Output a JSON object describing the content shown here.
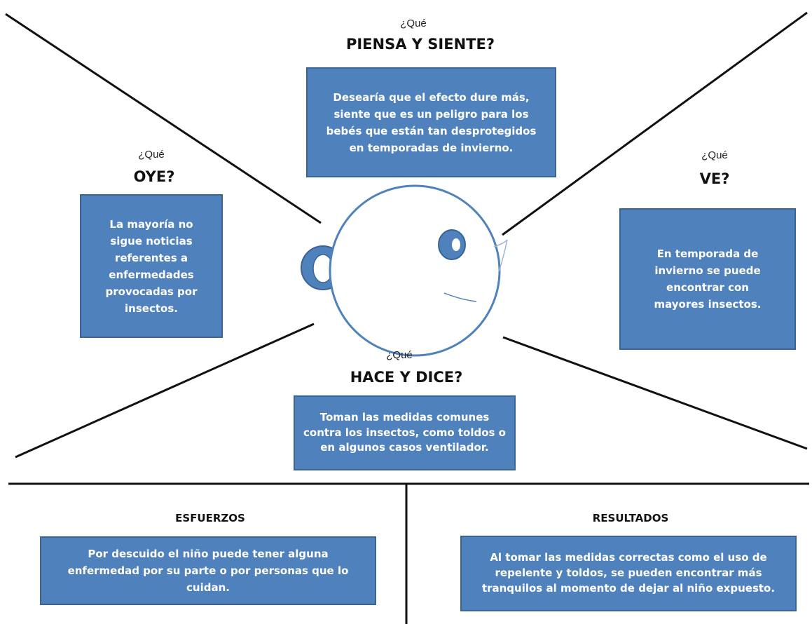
{
  "colors": {
    "box_fill": "#4f81bd",
    "box_border": "#3a6496",
    "line": "#111111",
    "face_outline": "#4f81bd"
  },
  "icons": [
    "face-icon",
    "eye-icon",
    "ear-icon"
  ],
  "top": {
    "question": "¿Qué",
    "title": "PIENSA Y SIENTE?",
    "text": "Desearía que el efecto dure más, siente que es un peligro para los bebés que están tan desprotegidos en temporadas de invierno."
  },
  "left": {
    "question": "¿Qué",
    "title": "OYE?",
    "text": "La mayoría no sigue noticias referentes a enfermedades provocadas por insectos."
  },
  "right": {
    "question": "¿Qué",
    "title": "VE?",
    "text": "En temporada de invierno se puede encontrar con mayores insectos."
  },
  "bottom": {
    "question": "¿Qué",
    "title": "HACE Y DICE?",
    "text": "Toman las medidas comunes contra los insectos, como toldos o en algunos casos ventilador."
  },
  "efforts": {
    "title": "ESFUERZOS",
    "text": "Por descuido el niño puede tener alguna enfermedad por su parte o por personas que lo cuidan."
  },
  "results": {
    "title": "RESULTADOS",
    "text": "Al tomar las medidas correctas como el uso de repelente y toldos, se pueden encontrar más tranquilos al momento de dejar al niño expuesto."
  }
}
